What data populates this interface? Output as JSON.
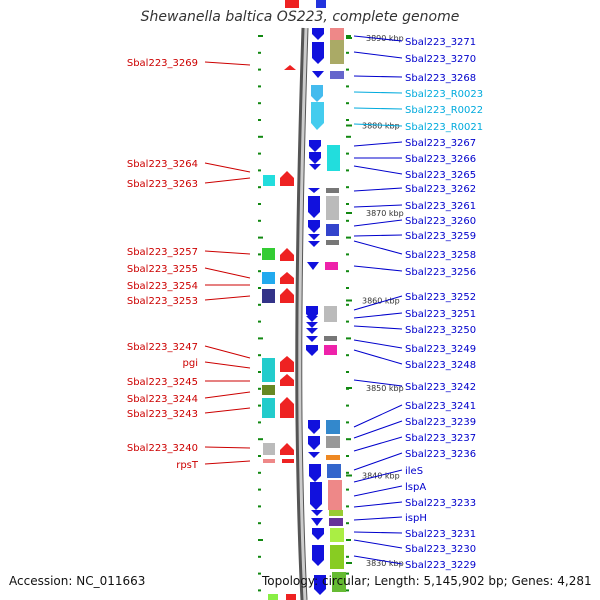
{
  "title": "Shewanella baltica OS223, complete genome",
  "accession": "Accession: NC_011663",
  "summary": "Topology: circular; Length: 5,145,902 bp; Genes: 4,281",
  "colors": {
    "left_label": "#cc0000",
    "right_label": "#0000cc",
    "rna_label": "#00aadd",
    "backbone": "#888888",
    "tick": "#118811"
  },
  "scale_marks": [
    {
      "kbp": 3890,
      "text": "3890 kbp"
    },
    {
      "kbp": 3880,
      "text": "3880 kbp"
    },
    {
      "kbp": 3870,
      "text": "3870 kbp"
    },
    {
      "kbp": 3860,
      "text": "3860 kbp"
    },
    {
      "kbp": 3850,
      "text": "3850 kbp"
    },
    {
      "kbp": 3840,
      "text": "3840 kbp"
    },
    {
      "kbp": 3830,
      "text": "3830 kbp"
    }
  ],
  "left_labels": [
    "Sbal223_3269",
    "Sbal223_3264",
    "Sbal223_3263",
    "Sbal223_3257",
    "Sbal223_3255",
    "Sbal223_3254",
    "Sbal223_3253",
    "Sbal223_3247",
    "pgi",
    "Sbal223_3245",
    "Sbal223_3244",
    "Sbal223_3243",
    "Sbal223_3240",
    "rpsT"
  ],
  "right_labels": [
    {
      "text": "Sbal223_3271",
      "kind": "gene"
    },
    {
      "text": "Sbal223_3270",
      "kind": "gene"
    },
    {
      "text": "Sbal223_3268",
      "kind": "gene"
    },
    {
      "text": "Sbal223_R0023",
      "kind": "rna"
    },
    {
      "text": "Sbal223_R0022",
      "kind": "rna"
    },
    {
      "text": "Sbal223_R0021",
      "kind": "rna"
    },
    {
      "text": "Sbal223_3267",
      "kind": "gene"
    },
    {
      "text": "Sbal223_3266",
      "kind": "gene"
    },
    {
      "text": "Sbal223_3265",
      "kind": "gene"
    },
    {
      "text": "Sbal223_3262",
      "kind": "gene"
    },
    {
      "text": "Sbal223_3261",
      "kind": "gene"
    },
    {
      "text": "Sbal223_3260",
      "kind": "gene"
    },
    {
      "text": "Sbal223_3259",
      "kind": "gene"
    },
    {
      "text": "Sbal223_3258",
      "kind": "gene"
    },
    {
      "text": "Sbal223_3256",
      "kind": "gene"
    },
    {
      "text": "Sbal223_3252",
      "kind": "gene"
    },
    {
      "text": "Sbal223_3251",
      "kind": "gene"
    },
    {
      "text": "Sbal223_3250",
      "kind": "gene"
    },
    {
      "text": "Sbal223_3249",
      "kind": "gene"
    },
    {
      "text": "Sbal223_3248",
      "kind": "gene"
    },
    {
      "text": "Sbal223_3242",
      "kind": "gene"
    },
    {
      "text": "Sbal223_3241",
      "kind": "gene"
    },
    {
      "text": "Sbal223_3239",
      "kind": "gene"
    },
    {
      "text": "Sbal223_3237",
      "kind": "gene"
    },
    {
      "text": "Sbal223_3236",
      "kind": "gene"
    },
    {
      "text": "ileS",
      "kind": "gene"
    },
    {
      "text": "lspA",
      "kind": "gene"
    },
    {
      "text": "Sbal223_3233",
      "kind": "gene"
    },
    {
      "text": "ispH",
      "kind": "gene"
    },
    {
      "text": "Sbal223_3231",
      "kind": "gene"
    },
    {
      "text": "Sbal223_3230",
      "kind": "gene"
    },
    {
      "text": "Sbal223_3229",
      "kind": "gene"
    }
  ]
}
